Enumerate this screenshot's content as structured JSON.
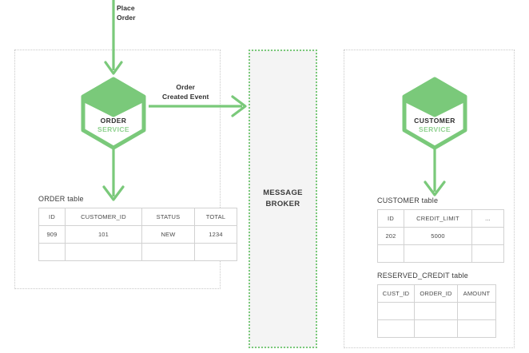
{
  "colors": {
    "green": "#7ac97a",
    "green_light": "#8fd18f",
    "broker_bg": "#f4f4f4",
    "boundary_dotted": "#c8c8c8",
    "table_border": "#77787c",
    "text_dark": "#2f2f2f"
  },
  "labels": {
    "place_order": "Place\nOrder",
    "place_order_line1": "Place",
    "place_order_line2": "Order",
    "order_created_line1": "Order",
    "order_created_line2": "Created Event"
  },
  "message_broker": {
    "line1": "MESSAGE",
    "line2": "BROKER"
  },
  "services": [
    {
      "id": "order-service",
      "name": "ORDER",
      "subtitle": "SERVICE"
    },
    {
      "id": "customer-service",
      "name": "CUSTOMER",
      "subtitle": "SERVICE"
    }
  ],
  "tables": [
    {
      "id": "order-table",
      "caption": "ORDER table",
      "columns": [
        "ID",
        "CUSTOMER_ID",
        "STATUS",
        "TOTAL"
      ],
      "rows": [
        [
          "909",
          "101",
          "NEW",
          "1234"
        ],
        [
          "",
          "",
          "",
          ""
        ]
      ]
    },
    {
      "id": "customer-table",
      "caption": "CUSTOMER table",
      "columns": [
        "ID",
        "CREDIT_LIMIT",
        "..."
      ],
      "rows": [
        [
          "202",
          "5000",
          ""
        ],
        [
          "",
          "",
          ""
        ]
      ]
    },
    {
      "id": "reserved-credit-table",
      "caption": "RESERVED_CREDIT table",
      "columns": [
        "CUST_ID",
        "ORDER_ID",
        "AMOUNT"
      ],
      "rows": [
        [
          "",
          "",
          ""
        ],
        [
          "",
          "",
          ""
        ]
      ]
    }
  ]
}
